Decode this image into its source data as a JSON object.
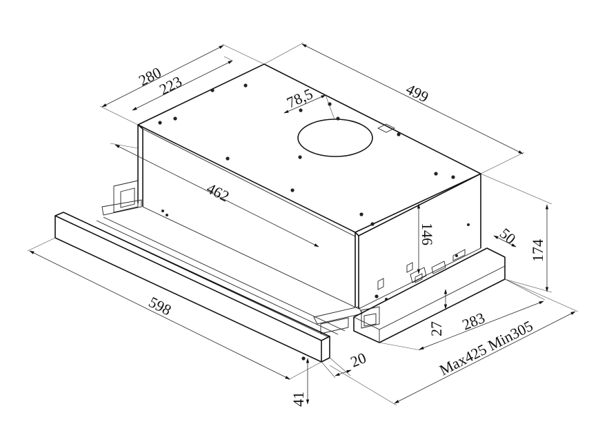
{
  "dimensions": {
    "depth_outer": "280",
    "depth_inner": "223",
    "duct_diameter": "78,5",
    "length_top": "499",
    "length_body": "462",
    "height_body": "146",
    "height_total": "174",
    "side_offset": "50",
    "visor_length": "598",
    "module_depth": "283",
    "module_height": "27",
    "visor_thickness": "20",
    "visor_height": "41",
    "extension_range": "Max425 Min305"
  }
}
